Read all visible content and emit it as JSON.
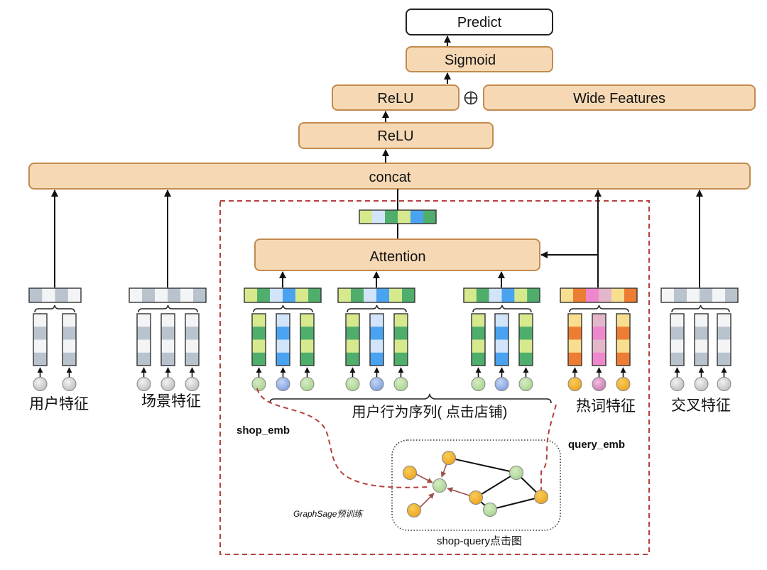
{
  "layers": {
    "predict": "Predict",
    "sigmoid": "Sigmoid",
    "relu_top": "ReLU",
    "plus_symbol": "⊕",
    "wide": "Wide Features",
    "relu_bottom": "ReLU",
    "concat": "concat",
    "attention": "Attention"
  },
  "groups": {
    "user": "用户特征",
    "scene": "场景特征",
    "behavior": "用户行为序列( 点击店铺)",
    "hotword": "热词特征",
    "cross": "交叉特征"
  },
  "graph": {
    "shop_emb": "shop_emb",
    "query_emb": "query_emb",
    "pretrain": "GraphSage预训练",
    "title": "shop-query点击图"
  },
  "colors": {
    "layer_fill": "#f6d9b4",
    "layer_border": "#c38a4e",
    "gray_light": "#f3f4f5",
    "gray_dark": "#b9c3cd",
    "green_light": "#d6e98d",
    "green_dark": "#4fae6c",
    "blue_light": "#d2e4fa",
    "blue_dark": "#4aa3f0",
    "yellow": "#f8de8f",
    "orange": "#ee7d34",
    "pink": "#ee87cc",
    "pink_light": "#e3b6c9",
    "node_orange": "#f3b232",
    "node_green": "#b9dca2",
    "node_blue": "#93b0e6",
    "node_pink": "#d98bbd",
    "node_gray": "#cccccc",
    "dashed_red": "#b5403d"
  }
}
